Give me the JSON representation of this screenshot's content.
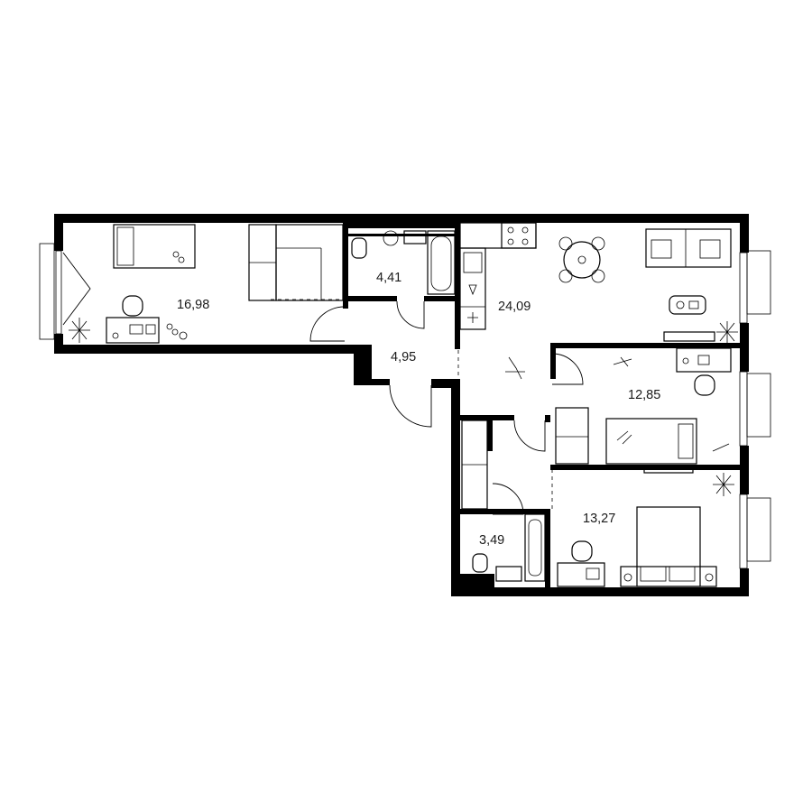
{
  "rooms": [
    {
      "id": "room-left",
      "area": "16,98"
    },
    {
      "id": "bathroom-top",
      "area": "4,41"
    },
    {
      "id": "kitchen-living",
      "area": "24,09"
    },
    {
      "id": "hall",
      "area": "4,95"
    },
    {
      "id": "bedroom-middle",
      "area": "12,85"
    },
    {
      "id": "bathroom-bottom",
      "area": "3,49"
    },
    {
      "id": "bedroom-bottom",
      "area": "13,27"
    }
  ]
}
